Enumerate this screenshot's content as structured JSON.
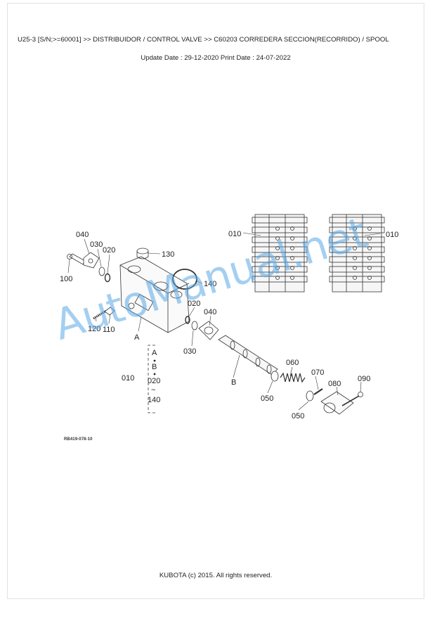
{
  "header": {
    "title": "U25-3 [S/N;>=60001] >> DISTRIBUIDOR / CONTROL VALVE >> C60203    CORREDERA SECCION(RECORRIDO) / SPOOL",
    "dates": "Update Date : 29-12-2020   Print Date : 24-07-2022"
  },
  "diagram": {
    "labels": {
      "l010a": "010",
      "l010b": "010",
      "l040a": "040",
      "l030a": "030",
      "l020a": "020",
      "l130": "130",
      "l100": "100",
      "l140": "140",
      "l020b": "020",
      "l040b": "040",
      "l120": "120",
      "l110": "110",
      "lA1": "A",
      "l030b": "030",
      "l060": "060",
      "l070": "070",
      "l080": "080",
      "l090": "090",
      "lB1": "B",
      "l050a": "050",
      "l050b": "050",
      "seqA": "A",
      "seqB": "B",
      "seq020": "020",
      "seqTilde": "~",
      "seq140": "140",
      "l010c": "010"
    },
    "ref_code": "RB419-078-10"
  },
  "watermark": "AutoManual.net",
  "footer": {
    "copyright": "KUBOTA (c) 2015. All rights reserved."
  }
}
